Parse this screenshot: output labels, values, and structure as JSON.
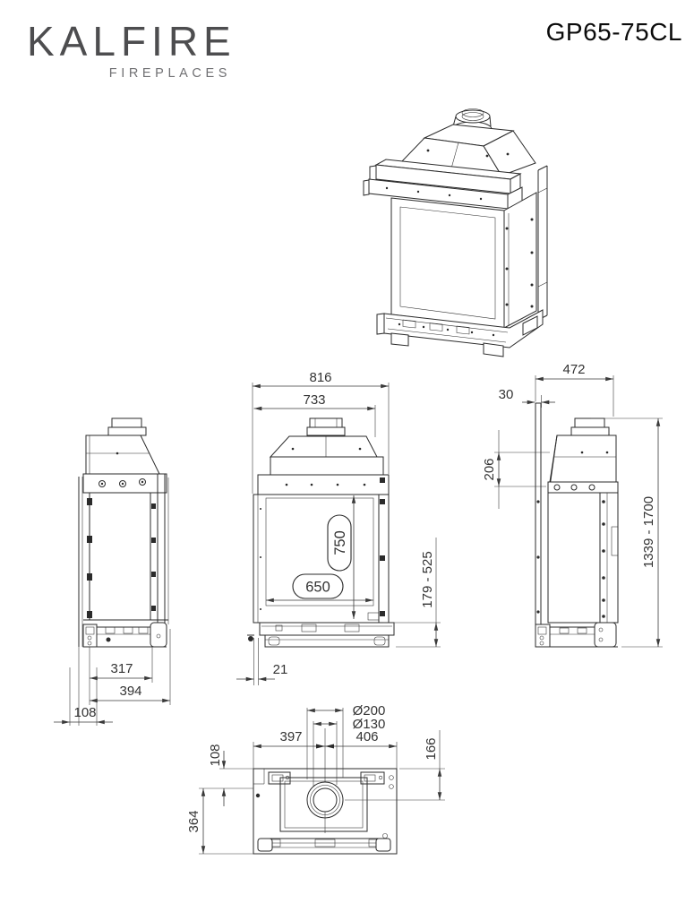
{
  "header": {
    "brand": "KALFIRE",
    "brand_sub": "FIREPLACES",
    "model": "GP65-75CL"
  },
  "colors": {
    "line": "#2b2b2b",
    "dimension": "#3a3a3a",
    "logo_gray": "#4d4d4f",
    "logo_sub_gray": "#707073",
    "background": "#ffffff"
  },
  "views": {
    "front": {
      "name": "front view",
      "dims": {
        "width_outer": "816",
        "width_body": "733",
        "glass_height": "750",
        "glass_width": "650",
        "base_height_range": "179 - 525",
        "left_offset": "21"
      }
    },
    "left": {
      "name": "left side view",
      "dims": {
        "depth_body": "317",
        "depth_total": "394",
        "rear_offset": "108"
      }
    },
    "right": {
      "name": "right side view",
      "dims": {
        "depth_total": "472",
        "wall_gap": "30",
        "top_section": "206",
        "height_range": "1339 - 1700"
      }
    },
    "bottom": {
      "name": "bottom view",
      "dims": {
        "flue_outer_diameter": "Ø200",
        "flue_inner_diameter": "Ø130",
        "left_to_flue": "397",
        "flue_to_right": "406",
        "rear_to_flue": "166",
        "rear_offset": "108",
        "depth": "364"
      }
    }
  }
}
